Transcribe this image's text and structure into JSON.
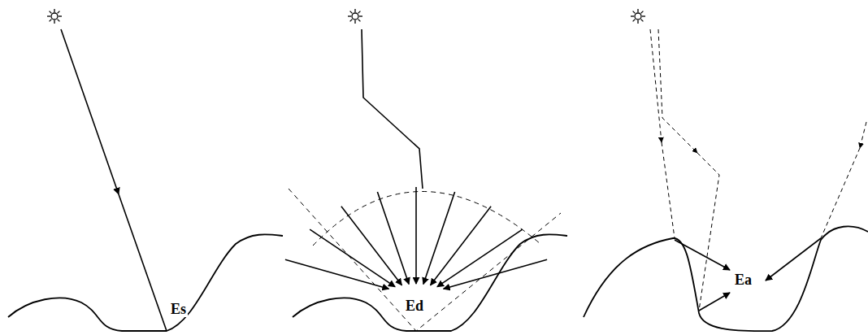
{
  "diagram": {
    "labels": [
      "Es",
      "Ed",
      "Ea"
    ]
  }
}
